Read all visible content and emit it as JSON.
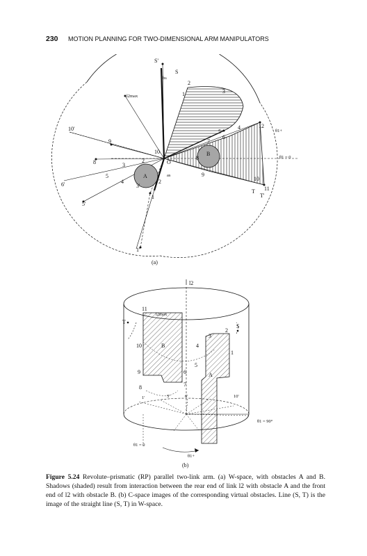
{
  "header": {
    "page_number": "230",
    "running_title": "MOTION PLANNING FOR TWO-DIMENSIONAL ARM MANIPULATORS"
  },
  "figure_a": {
    "panel_label": "(a)",
    "points": [
      "S'",
      "S",
      "bs",
      "1",
      "2",
      "3",
      "4",
      "5",
      "6",
      "7",
      "8",
      "9",
      "10",
      "10'",
      "11",
      "12",
      "T",
      "T'",
      "5'",
      "6'",
      "1'",
      "as",
      "O",
      "3'"
    ],
    "obstacles": [
      "A",
      "B"
    ],
    "l2max": "l2max",
    "theta_eq": "θ1 = 0",
    "theta_plus": "θ1+"
  },
  "figure_b": {
    "panel_label": "(b)",
    "axis_l2": "l2",
    "l2max": "l2max",
    "obstacles": [
      "A",
      "B"
    ],
    "labels": [
      "T",
      "11",
      "10",
      "9",
      "8",
      "1'",
      "5'",
      "6'",
      "6",
      "7",
      "5",
      "4",
      "3",
      "2",
      "1",
      "S",
      "10'"
    ],
    "theta_zero": "θ1 = 0",
    "theta_90": "θ1 = 90°",
    "theta_plus": "θ1+"
  },
  "caption": {
    "label": "Figure 5.24",
    "text": "Revolute–prismatic (RP) parallel two-link arm. (a) W-space, with obstacles A and B. Shadows (shaded) result from interaction between the rear end of link l2 with obstacle A and the front end of l2 with obstacle B. (b) C-space images of the corresponding virtual obstacles. Line (S, T) is the image of the straight line (S, T) in W-space."
  }
}
